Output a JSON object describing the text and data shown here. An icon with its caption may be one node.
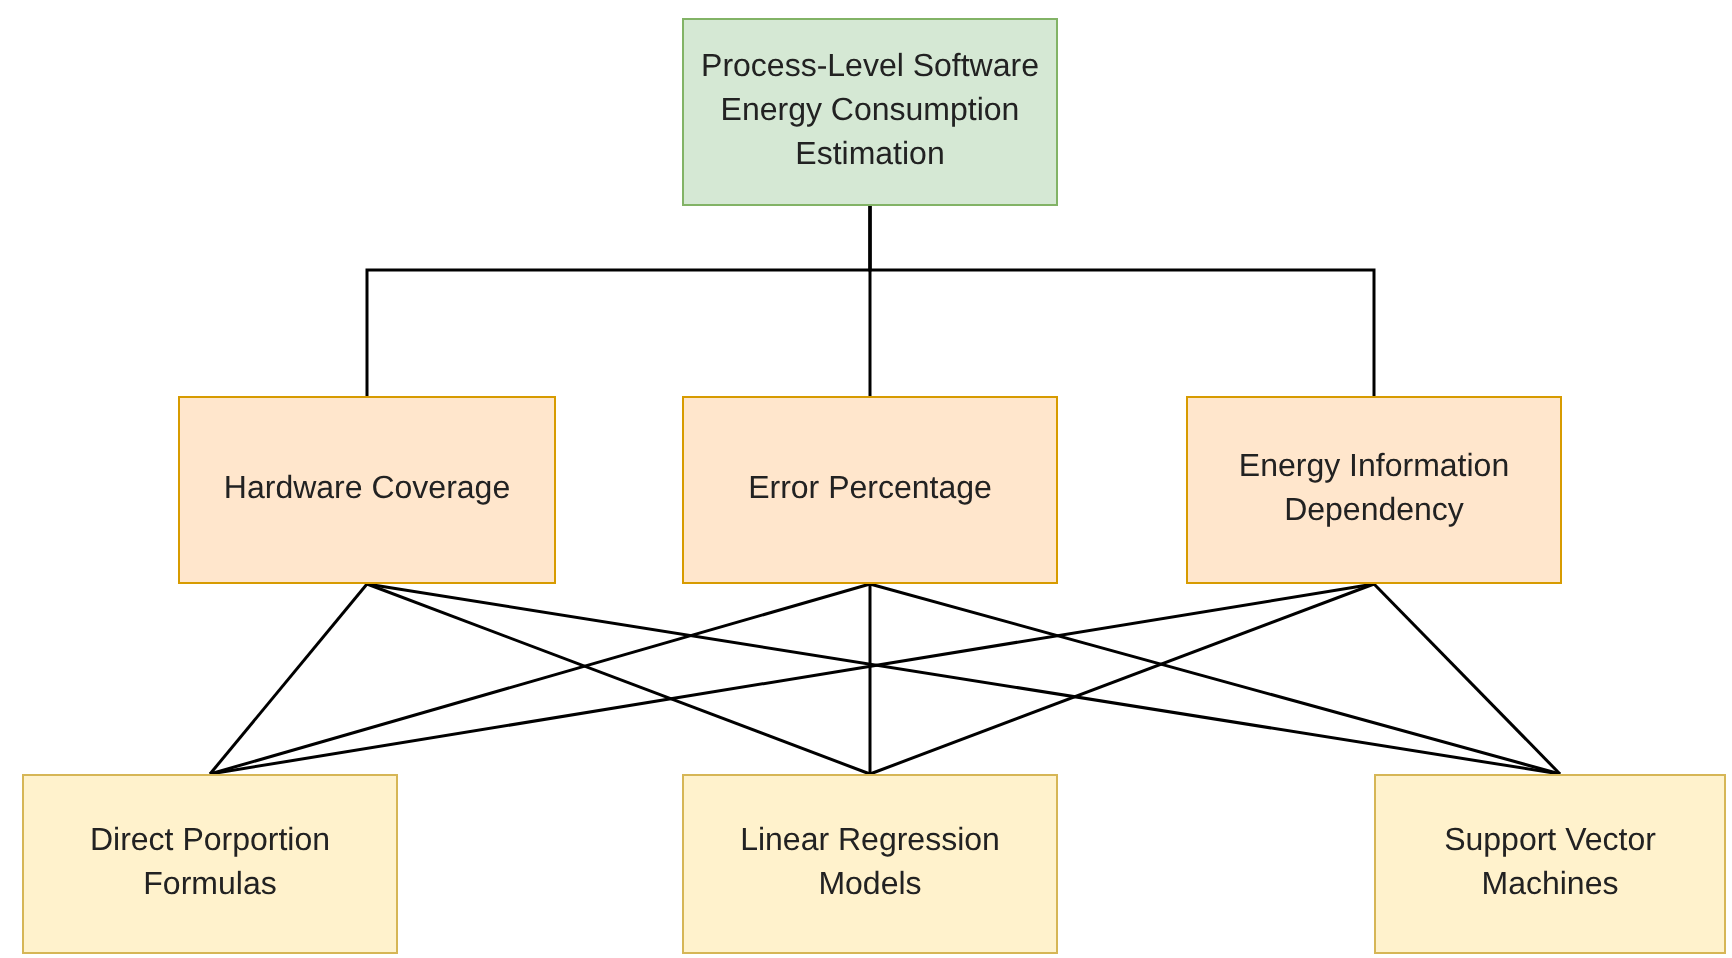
{
  "diagram": {
    "nodes": [
      {
        "text": [
          "Process-Level Software Energy Consumption Estimation"
        ]
      },
      {
        "text": [
          "Hardware Coverage"
        ]
      },
      {
        "text": [
          "Error Percentage"
        ]
      },
      {
        "text": [
          "Energy Information Dependency"
        ]
      },
      {
        "text": [
          "Direct Porportion Formulas"
        ]
      },
      {
        "text": [
          "Linear Regression Models"
        ]
      },
      {
        "text": [
          "Support Vector Machines"
        ]
      }
    ],
    "edges": [
      {
        "from": 0,
        "to": 1,
        "arrow": "none"
      },
      {
        "from": 0,
        "to": 2,
        "arrow": "none"
      },
      {
        "from": 0,
        "to": 3,
        "arrow": "none"
      },
      {
        "from": 1,
        "to": 4,
        "arrow": "none"
      },
      {
        "from": 1,
        "to": 5,
        "arrow": "none"
      },
      {
        "from": 1,
        "to": 6,
        "arrow": "none"
      },
      {
        "from": 2,
        "to": 4,
        "arrow": "none"
      },
      {
        "from": 2,
        "to": 5,
        "arrow": "none"
      },
      {
        "from": 2,
        "to": 6,
        "arrow": "none"
      },
      {
        "from": 3,
        "to": 4,
        "arrow": "none"
      },
      {
        "from": 3,
        "to": 5,
        "arrow": "none"
      },
      {
        "from": 3,
        "to": 6,
        "arrow": "none"
      }
    ]
  }
}
